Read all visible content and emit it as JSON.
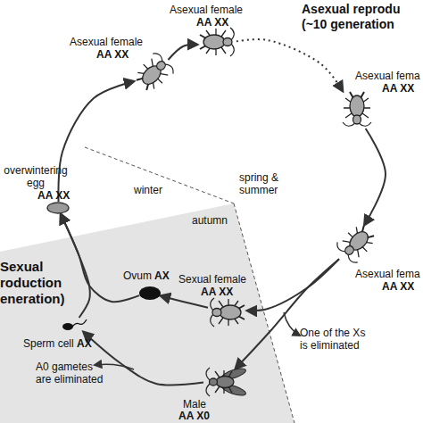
{
  "diagram": {
    "nodes": [
      {
        "text": [
          "Asexual female",
          "AA XX"
        ]
      },
      {
        "text": [
          "Asexual female",
          "AA XX"
        ]
      },
      {
        "text": [
          "Asexual fema",
          "AA XX"
        ]
      },
      {
        "text": [
          "Asexual fema",
          "AA XX"
        ]
      },
      {
        "text": [
          "Sexual female",
          "AA XX"
        ]
      },
      {
        "text": [
          "Male",
          "AA X0"
        ]
      },
      {
        "text": [
          "Ovum",
          "AX"
        ]
      },
      {
        "text": [
          "Sperm cell",
          "AX"
        ]
      },
      {
        "text": [
          "overwintering egg",
          "AA XX"
        ]
      }
    ],
    "edges": [
      {
        "from": 0,
        "to": 1,
        "arrow": "to"
      },
      {
        "from": 1,
        "to": 2,
        "arrow": "to"
      },
      {
        "from": 2,
        "to": 3,
        "arrow": "to"
      },
      {
        "from": 3,
        "to": 4,
        "arrow": "to"
      },
      {
        "from": 3,
        "to": 5,
        "arrow": "to"
      },
      {
        "from": 4,
        "to": 6,
        "arrow": "to"
      },
      {
        "from": 5,
        "to": 7,
        "arrow": "to"
      },
      {
        "from": 6,
        "to": 8,
        "arrow": "to"
      },
      {
        "from": 7,
        "to": 8,
        "arrow": "to"
      },
      {
        "from": 8,
        "to": 0,
        "arrow": "to"
      }
    ],
    "labels": [
      "Asexual reprodu (~10 generation",
      "spring & summer",
      "winter",
      "autumn",
      "One of the Xs is eliminated",
      "A0 gametes are eliminated",
      "Sexual roduction eneration)"
    ]
  }
}
